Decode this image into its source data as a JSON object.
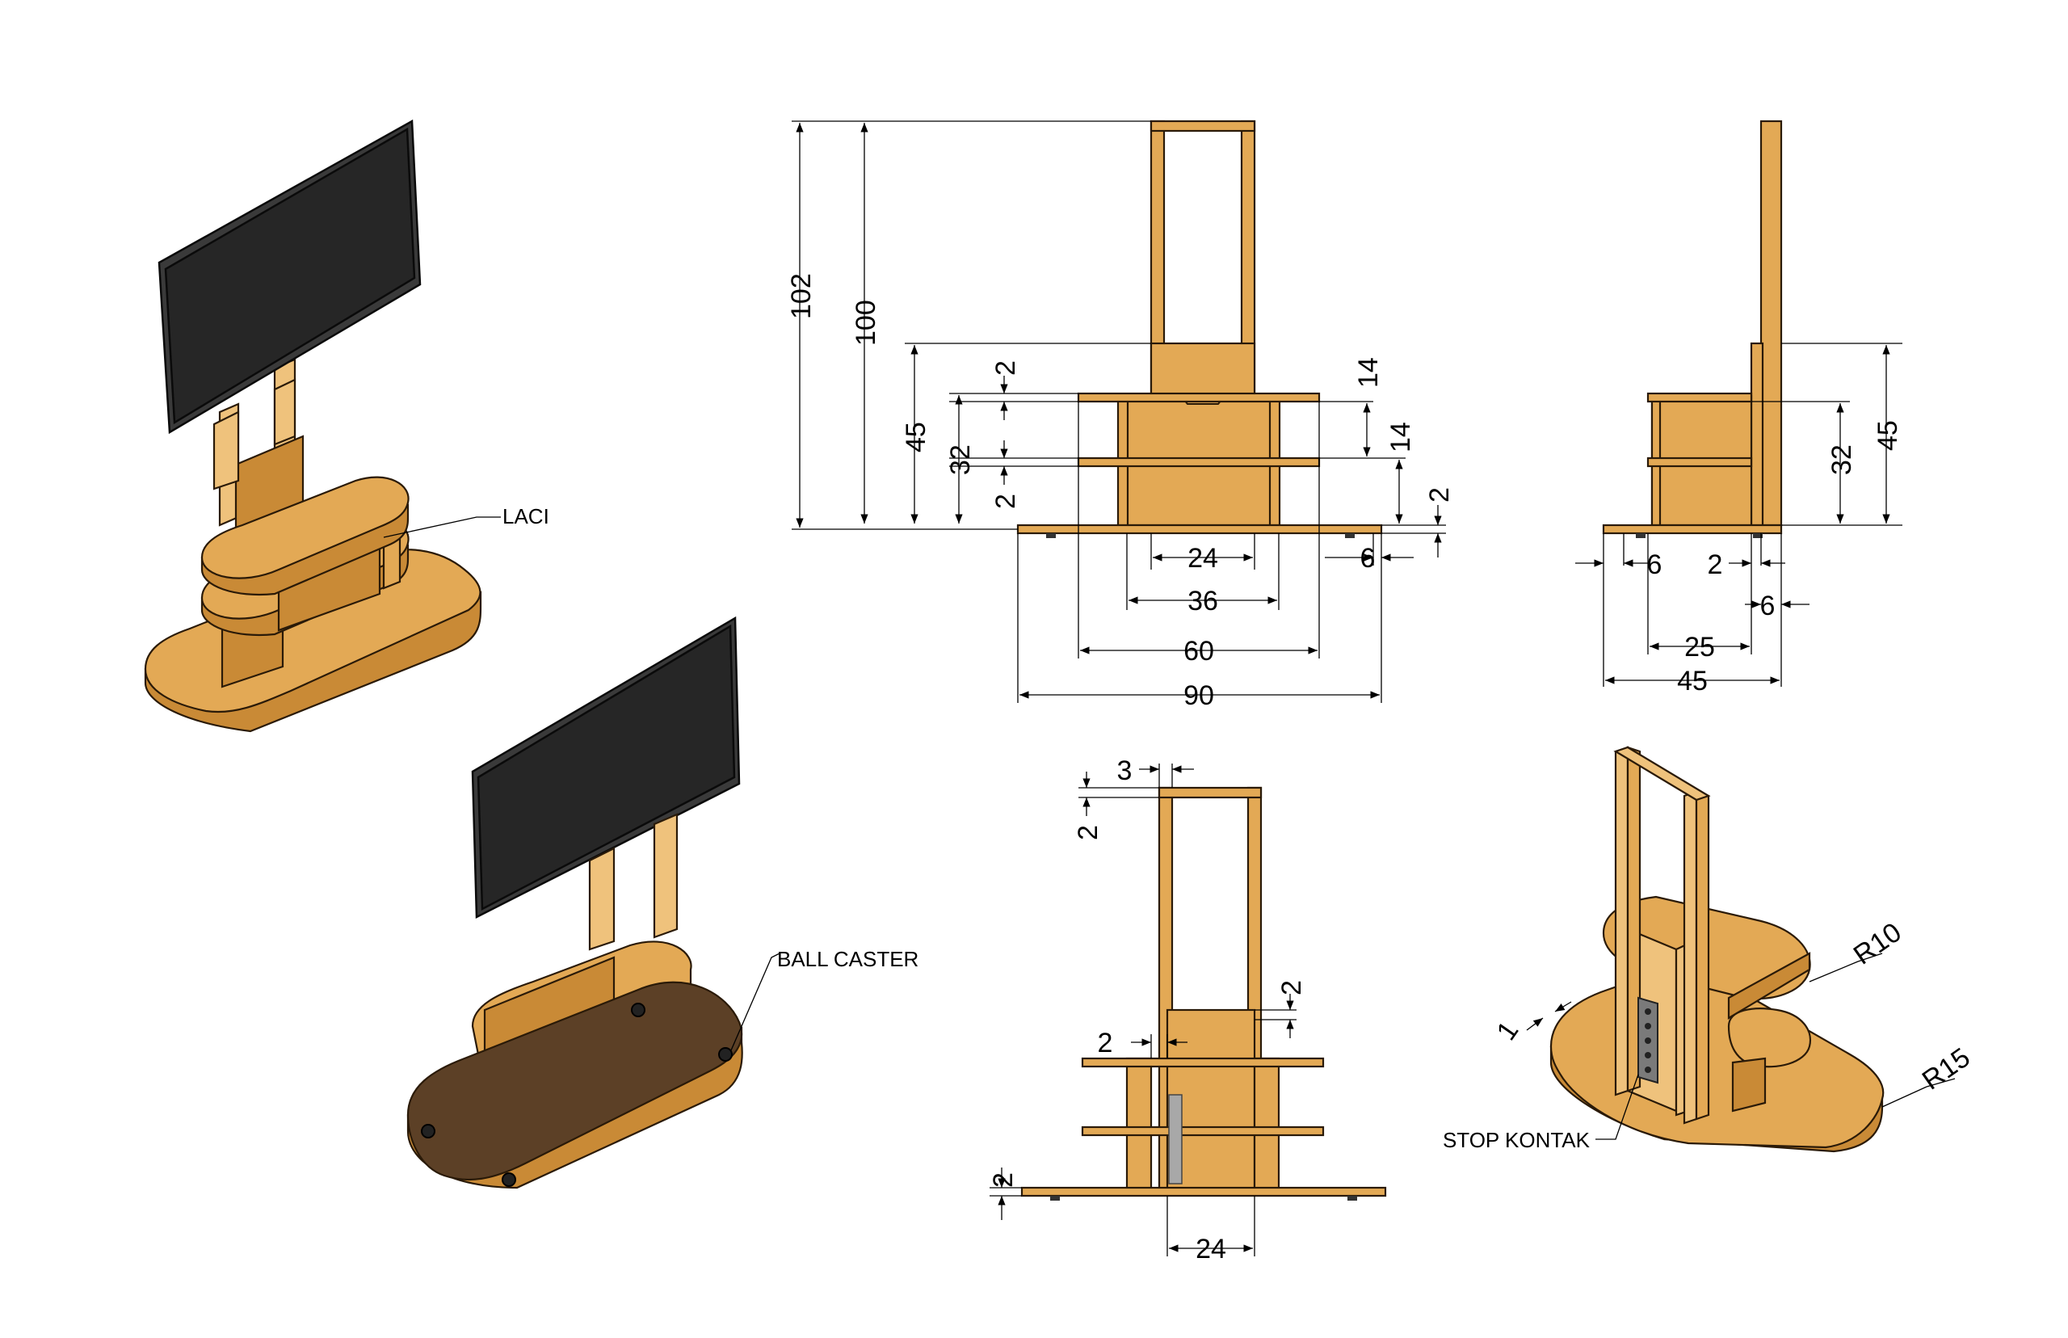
{
  "dimensions": {
    "front_view": {
      "overall_height": "102",
      "frame_height": "100",
      "panel_height": "45",
      "shelf_span": "32",
      "top_gap": "2",
      "bottom_gap": "2",
      "top_overhang": "14",
      "lower_overhang": "14",
      "base_thickness": "2",
      "inner_width": "24",
      "panel_width": "36",
      "shelf_width": "60",
      "base_width": "90",
      "base_edge": "6"
    },
    "side_view": {
      "shelf_span": "32",
      "height": "45",
      "shelf_front": "6",
      "post_gap": "2",
      "rear_offset": "6",
      "shelf_depth": "25",
      "base_depth": "45"
    },
    "back_view": {
      "post_thickness": "3",
      "top_gap": "2",
      "panel_gap": "2",
      "side_gap": "2",
      "base_gap": "2",
      "inner_width": "24"
    },
    "iso_view": {
      "radius_top": "R10",
      "radius_base": "R15",
      "edge": "1"
    }
  },
  "labels": {
    "drawer": "LACI",
    "caster": "BALL CASTER",
    "socket": "STOP KONTAK"
  }
}
